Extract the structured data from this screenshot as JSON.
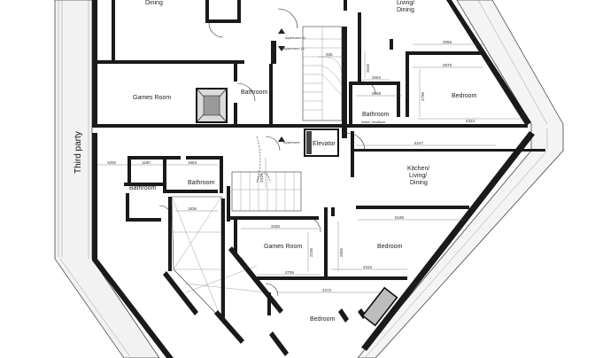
{
  "plan": {
    "party_wall_label": "Third party",
    "rooms": [
      {
        "key": "dining_top",
        "label": "Dining"
      },
      {
        "key": "living_dining_top",
        "label": "Living/\nDining"
      },
      {
        "key": "games_room_1",
        "label": "Games Room"
      },
      {
        "key": "bathroom_1",
        "label": "Bathroom"
      },
      {
        "key": "bedroom_1",
        "label": "Bedroom"
      },
      {
        "key": "bathroom_2",
        "label": "Bathroom"
      },
      {
        "key": "elevator",
        "label": "Elevator"
      },
      {
        "key": "kitchen_living_dining",
        "label": "Kitchen/\nLiving/\nDining"
      },
      {
        "key": "bathroom_3",
        "label": "Bathroom"
      },
      {
        "key": "bathroom_4",
        "label": "Bathroom"
      },
      {
        "key": "games_room_2",
        "label": "Games Room"
      },
      {
        "key": "bedroom_2",
        "label": "Bedroom"
      },
      {
        "key": "bedroom_3",
        "label": "Bedroom"
      }
    ],
    "small_labels": {
      "apartment_11": "Apartment 11",
      "apartment_12": "Apartment 12",
      "apartment_lower": "Apartment",
      "wash_vestibule": "Wash Vestibule"
    },
    "dimensions": [
      "3055",
      "2875",
      "2790",
      "4324",
      "2063",
      "2558",
      "6247",
      "1000",
      "1180",
      "1863",
      "5195",
      "3430",
      "2236",
      "2313",
      "2755",
      "4472",
      "1836",
      "2555",
      "2316",
      "925",
      "2645"
    ]
  }
}
